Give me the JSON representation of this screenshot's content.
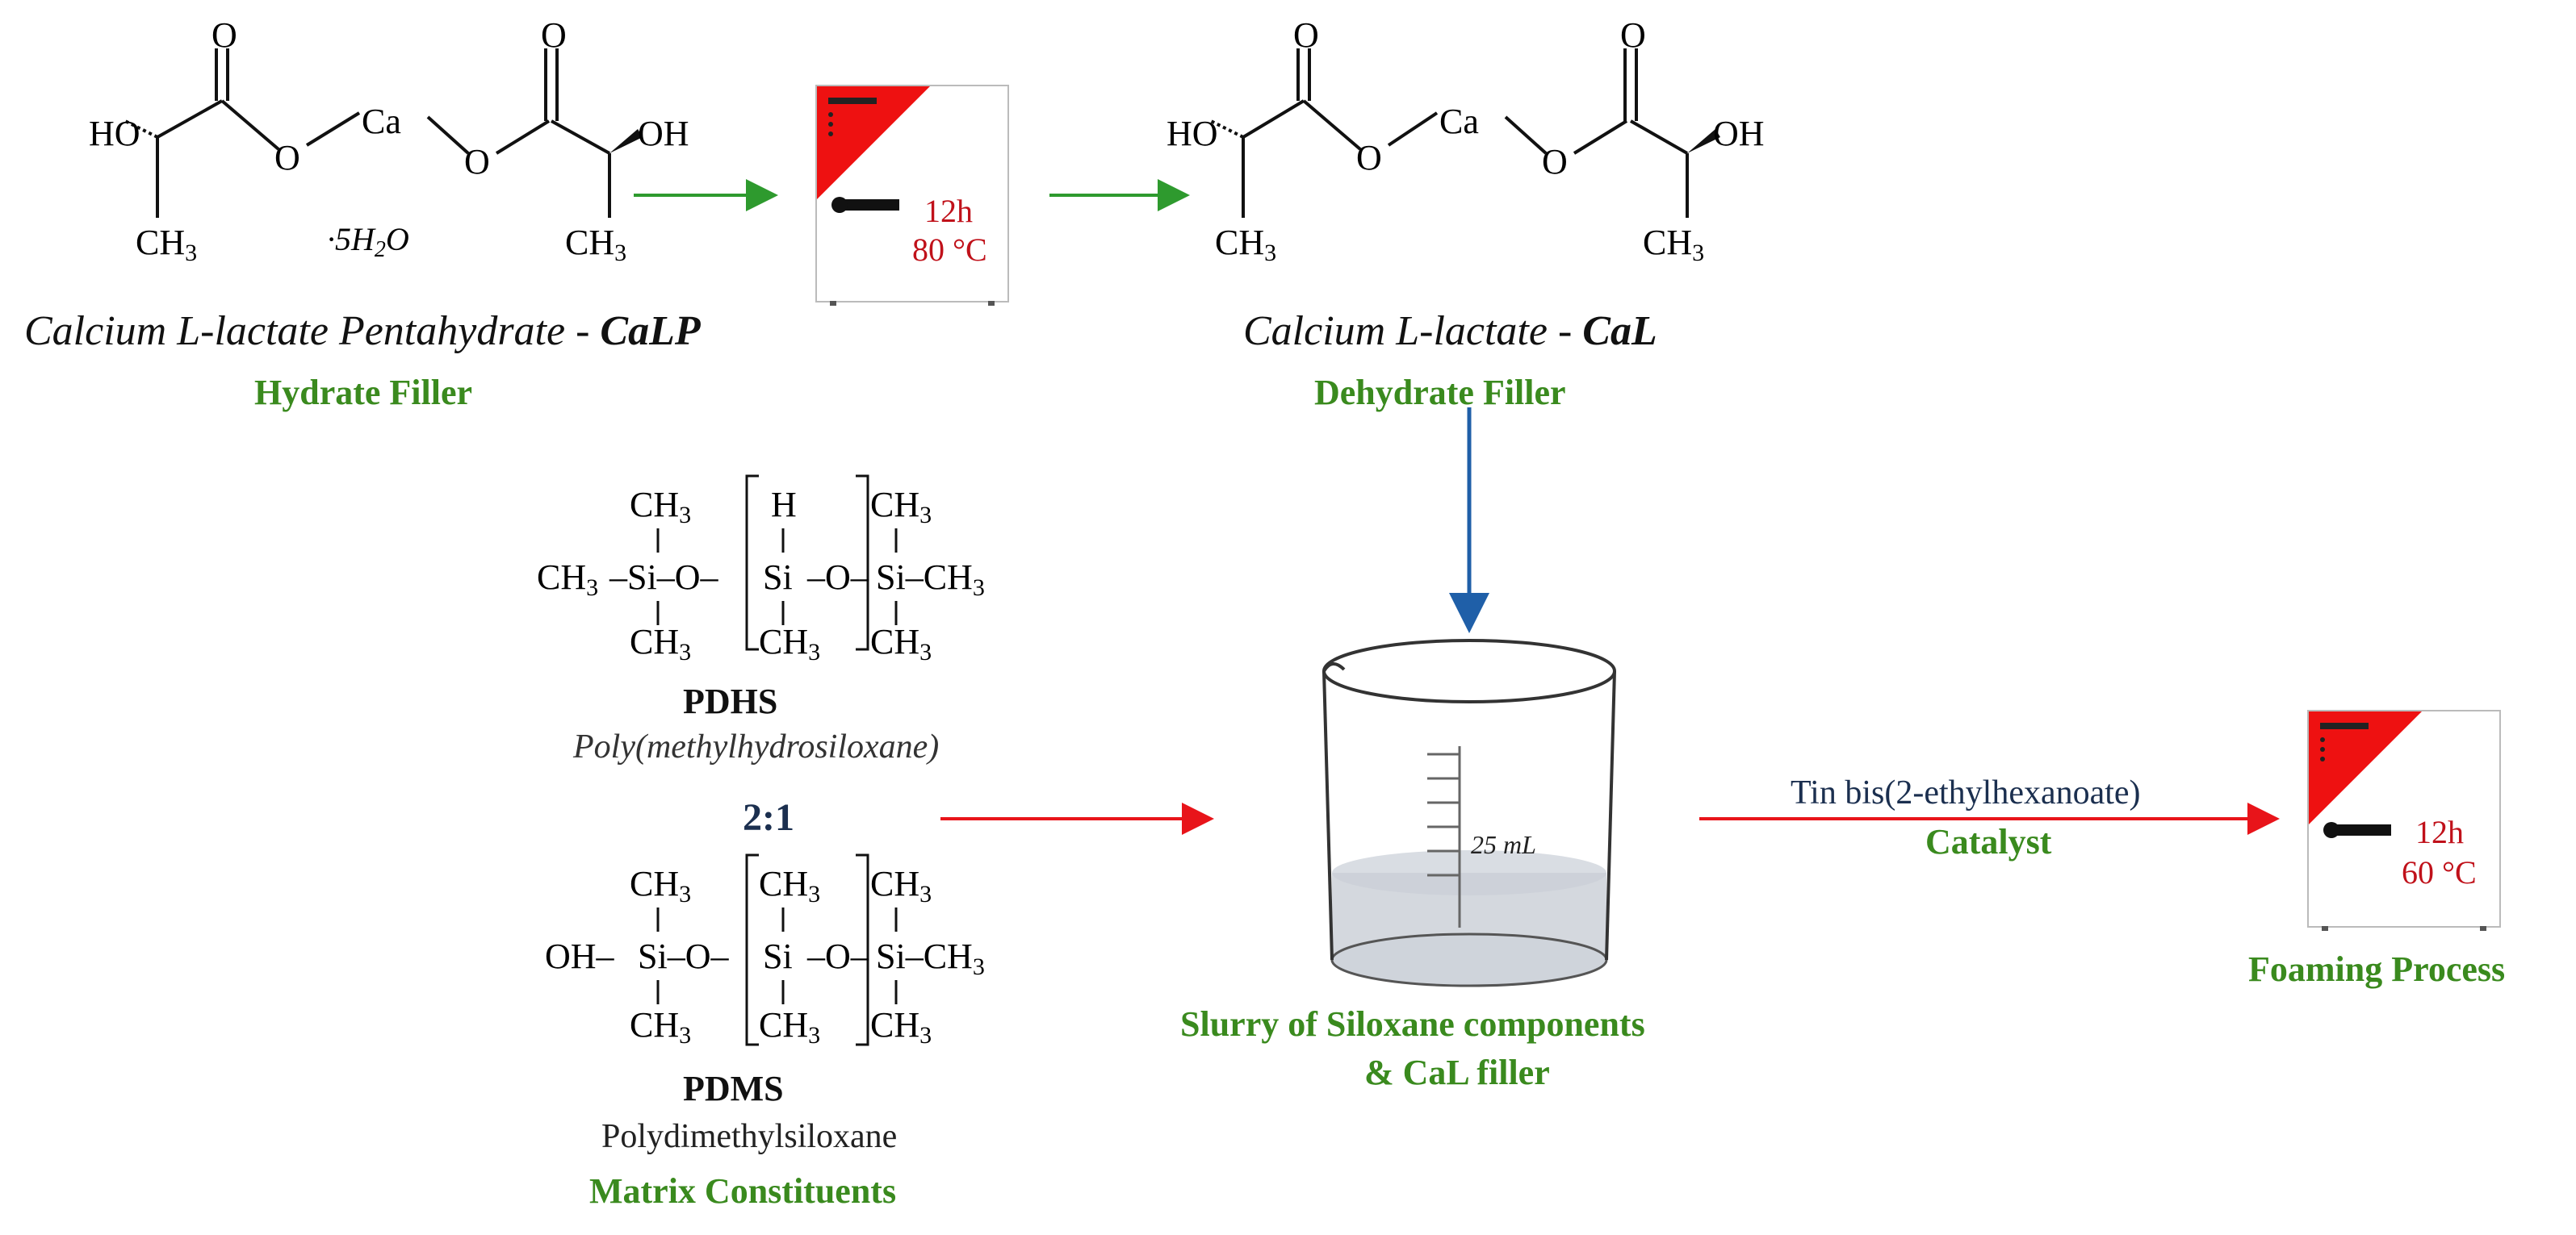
{
  "molecules": {
    "calp": {
      "left_group": "HO",
      "right_group": "OH",
      "o_top_left": "O",
      "o_top_right": "O",
      "o_bridge_left": "O",
      "o_bridge_right": "O",
      "metal": "Ca",
      "methyl_left": "CH",
      "methyl_right": "CH",
      "sub3": "3",
      "hydrate": "·5H",
      "hydrate_sub": "2",
      "hydrate_o": "O"
    },
    "cal": {
      "left_group": "HO",
      "right_group": "OH",
      "o_top_left": "O",
      "o_top_right": "O",
      "o_bridge_left": "O",
      "o_bridge_right": "O",
      "metal": "Ca",
      "methyl_left": "CH",
      "methyl_right": "CH",
      "sub3": "3"
    }
  },
  "labels": {
    "calp_name_prefix": "Calcium L-lactate Pentahydrate - ",
    "calp_abbr": "CaLP",
    "hydrate_filler": "Hydrate Filler",
    "cal_name_prefix": "Calcium L-lactate - ",
    "cal_abbr": "CaL",
    "dehydrate_filler": "Dehydrate Filler",
    "pdhs": "PDHS",
    "pdhs_full": "Poly(methylhydrosiloxane)",
    "ratio": "2:1",
    "pdms": "PDMS",
    "pdms_full": "Polydimethylsiloxane",
    "matrix": "Matrix Constituents",
    "slurry_line1": "Slurry of Siloxane components",
    "slurry_line2": "& CaL filler",
    "catalyst_name": "Tin bis(2-ethylhexanoate)",
    "catalyst": "Catalyst",
    "foaming": "Foaming Process",
    "beaker_volume": "25 mL"
  },
  "ovens": {
    "first": {
      "time": "12h",
      "temp": "80 °C"
    },
    "second": {
      "time": "12h",
      "temp": "60 °C"
    }
  },
  "siloxane": {
    "pdhs": {
      "top": [
        "CH",
        "H",
        "CH"
      ],
      "mid": [
        "CH",
        "–Si–O–",
        "Si",
        "–O–",
        "Si–CH"
      ],
      "bottom": [
        "CH",
        "CH",
        "CH"
      ]
    },
    "pdms": {
      "top": [
        "CH",
        "CH",
        "CH"
      ],
      "mid": [
        "OH–",
        "Si–O–",
        "Si",
        "–O–",
        "Si–CH"
      ],
      "bottom": [
        "CH",
        "CH",
        "CH"
      ]
    },
    "sub3": "3"
  },
  "colors": {
    "green_text": "#3a8a1e",
    "red_text": "#c0111a",
    "oven_corner": "#ee1111",
    "arrow_green": "#2e9a2e",
    "arrow_blue": "#1f5fa8",
    "arrow_red": "#e8141a",
    "ratio_blue": "#1b2f4f",
    "catalyst_name_color": "#1b2f4f"
  }
}
